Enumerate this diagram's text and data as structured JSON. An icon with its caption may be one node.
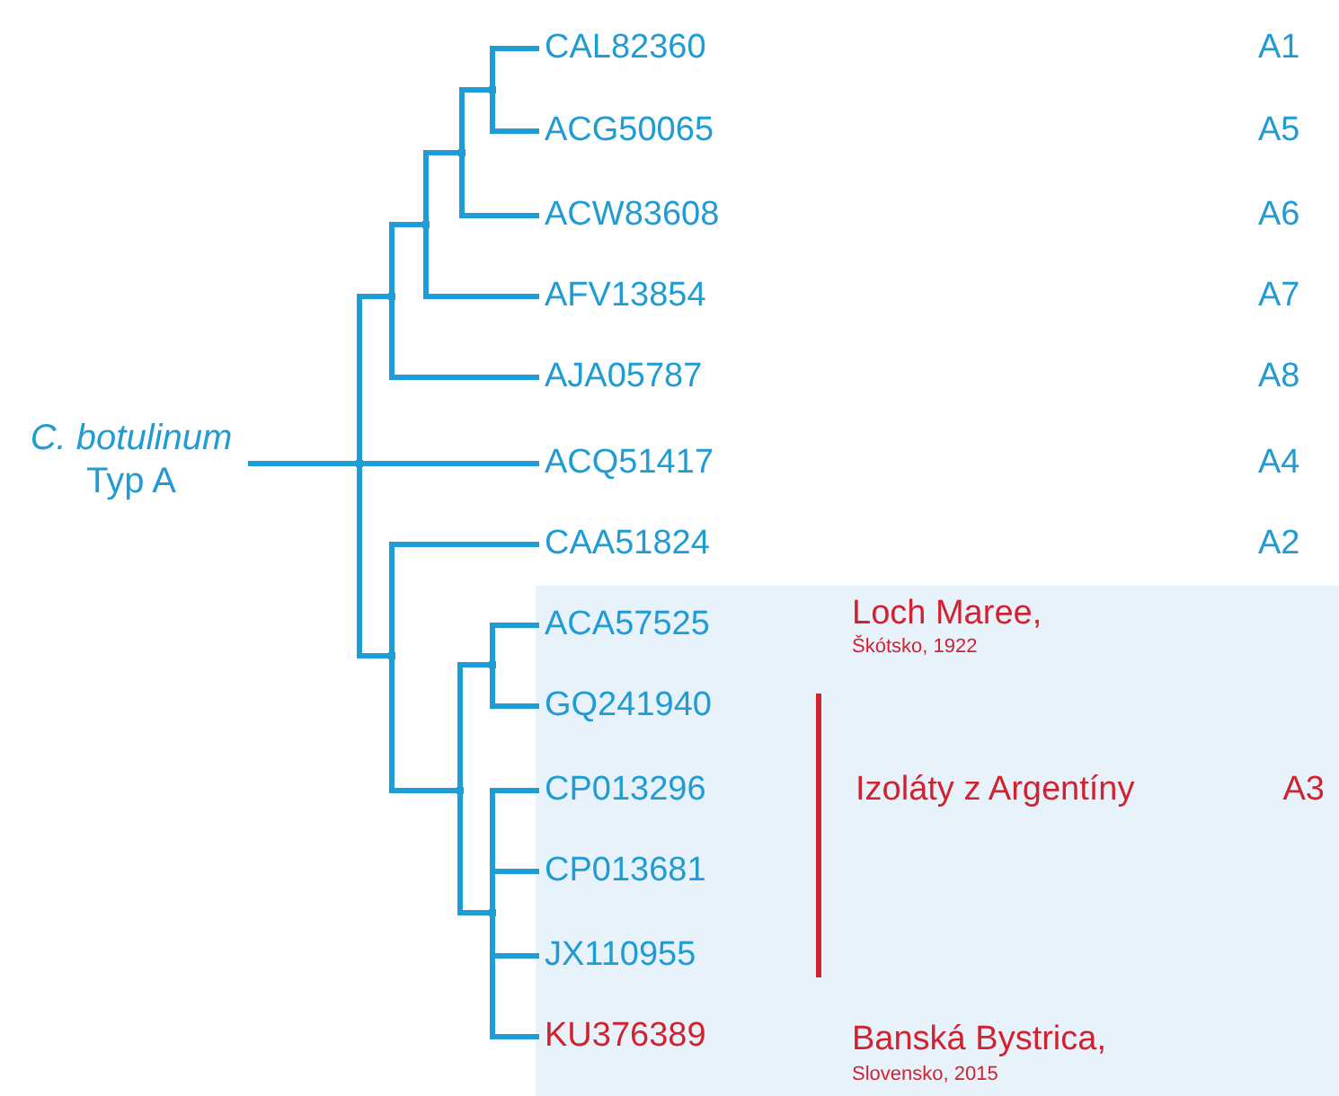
{
  "diagram": {
    "nodes": [
      {
        "text": [
          "*C. botulinum* Typ A"
        ]
      },
      {
        "text": [
          "CAL82360"
        ]
      },
      {
        "text": [
          "ACG50065"
        ]
      },
      {
        "text": [
          "ACW83608"
        ]
      },
      {
        "text": [
          "AFV13854"
        ]
      },
      {
        "text": [
          "AJA05787"
        ]
      },
      {
        "text": [
          "ACQ51417"
        ]
      },
      {
        "text": [
          "CAA51824"
        ]
      },
      {
        "text": [
          "A3"
        ]
      },
      {
        "text": [
          "ACA57525"
        ],
        "in": 8
      },
      {
        "text": [
          "GQ241940"
        ],
        "in": 8
      },
      {
        "text": [
          "CP013296"
        ],
        "in": 8
      },
      {
        "text": [
          "CP013681"
        ],
        "in": 8
      },
      {
        "text": [
          "JX110955"
        ],
        "in": 8
      },
      {
        "text": [
          "KU376389"
        ],
        "in": 8
      },
      {
        "text": [],
        "shape": "point"
      },
      {
        "text": [],
        "shape": "point"
      },
      {
        "text": [],
        "shape": "point"
      },
      {
        "text": [],
        "shape": "point"
      },
      {
        "text": [],
        "shape": "point"
      },
      {
        "text": [],
        "shape": "point"
      },
      {
        "text": [],
        "shape": "point"
      },
      {
        "text": [],
        "shape": "point"
      },
      {
        "text": [],
        "shape": "point"
      }
    ],
    "edges": [
      {
        "from": 0,
        "to": 15,
        "arrow": "none"
      },
      {
        "from": 15,
        "to": 16,
        "arrow": "none"
      },
      {
        "from": 15,
        "to": 6,
        "arrow": "none"
      },
      {
        "from": 15,
        "to": 20,
        "arrow": "none"
      },
      {
        "from": 16,
        "to": 17,
        "arrow": "none"
      },
      {
        "from": 16,
        "to": 5,
        "arrow": "none"
      },
      {
        "from": 17,
        "to": 18,
        "arrow": "none"
      },
      {
        "from": 17,
        "to": 4,
        "arrow": "none"
      },
      {
        "from": 18,
        "to": 19,
        "arrow": "none"
      },
      {
        "from": 18,
        "to": 3,
        "arrow": "none"
      },
      {
        "from": 19,
        "to": 1,
        "arrow": "none"
      },
      {
        "from": 19,
        "to": 2,
        "arrow": "none"
      },
      {
        "from": 20,
        "to": 7,
        "arrow": "none"
      },
      {
        "from": 20,
        "to": 21,
        "arrow": "none"
      },
      {
        "from": 21,
        "to": 22,
        "arrow": "none"
      },
      {
        "from": 21,
        "to": 23,
        "arrow": "none"
      },
      {
        "from": 22,
        "to": 9,
        "arrow": "none"
      },
      {
        "from": 22,
        "to": 10,
        "arrow": "none"
      },
      {
        "from": 23,
        "to": 11,
        "arrow": "none"
      },
      {
        "from": 23,
        "to": 12,
        "arrow": "none"
      },
      {
        "from": 23,
        "to": 13,
        "arrow": "none"
      },
      {
        "from": 23,
        "to": 14,
        "arrow": "none"
      }
    ],
    "labels": [
      "A1",
      "A5",
      "A6",
      "A7",
      "A8",
      "A4",
      "A2",
      "Loch Maree,",
      "Škótsko, 1922",
      "Izoláty z Argentíny",
      "Banská Bystrica,",
      "Slovensko, 2015"
    ]
  }
}
